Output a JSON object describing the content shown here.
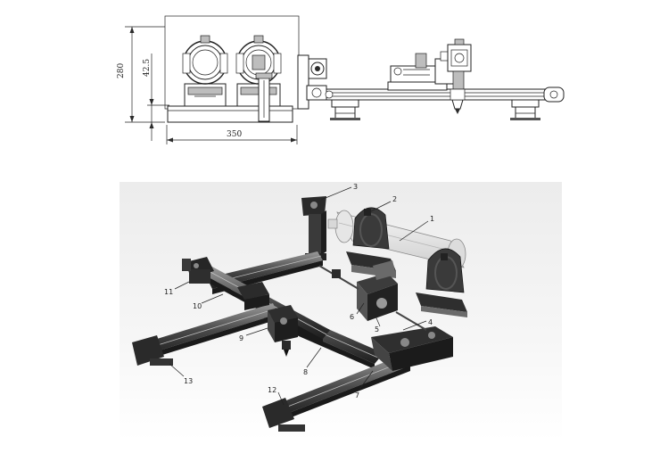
{
  "top_drawing": {
    "dimensions": {
      "height_total": "280",
      "height_base": "42.5",
      "width_base": "350"
    }
  },
  "iso_drawing": {
    "callouts": [
      "1",
      "2",
      "3",
      "4",
      "5",
      "6",
      "7",
      "8",
      "9",
      "10",
      "11",
      "12",
      "13"
    ]
  }
}
